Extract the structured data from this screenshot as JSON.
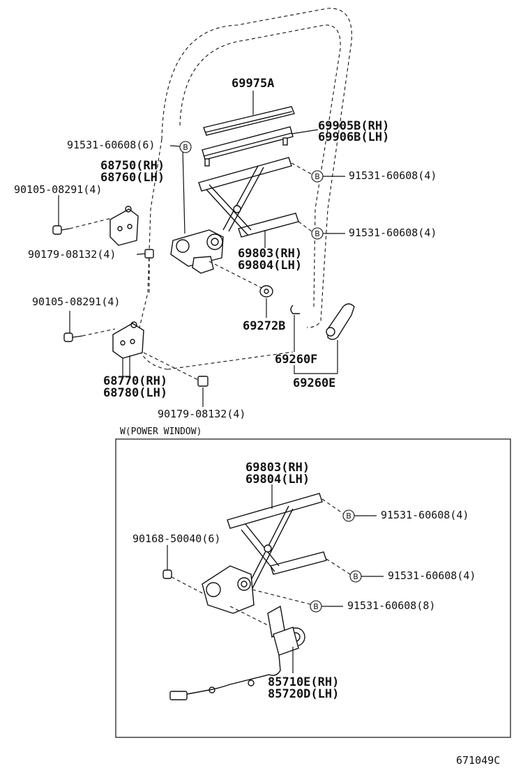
{
  "labels": {
    "p69975a": "69975A",
    "p69905b": "69905B(RH)",
    "p69906b": "69906B(LH)",
    "p91531_6": "91531-60608(6)",
    "p68750": "68750(RH)",
    "p68760": "68760(LH)",
    "p91531_4a": "91531-60608(4)",
    "p90105_a": "90105-08291(4)",
    "p91531_4b": "91531-60608(4)",
    "p90179_a": "90179-08132(4)",
    "p69803": "69803(RH)",
    "p69804": "69804(LH)",
    "p90105_b": "90105-08291(4)",
    "p69272b": "69272B",
    "p69260f": "69260F",
    "p68770": "68770(RH)",
    "p68780": "68780(LH)",
    "p69260e": "69260E",
    "p90179_b": "90179-08132(4)",
    "section_title": "W(POWER WINDOW)",
    "pw69803": "69803(RH)",
    "pw69804": "69804(LH)",
    "pw91531_4a": "91531-60608(4)",
    "pw90168": "90168-50040(6)",
    "pw91531_4b": "91531-60608(4)",
    "pw91531_8": "91531-60608(8)",
    "pw85710e": "85710E(RH)",
    "pw85720d": "85720D(LH)",
    "figure_code": "671049C"
  },
  "bubble_letter": "B"
}
